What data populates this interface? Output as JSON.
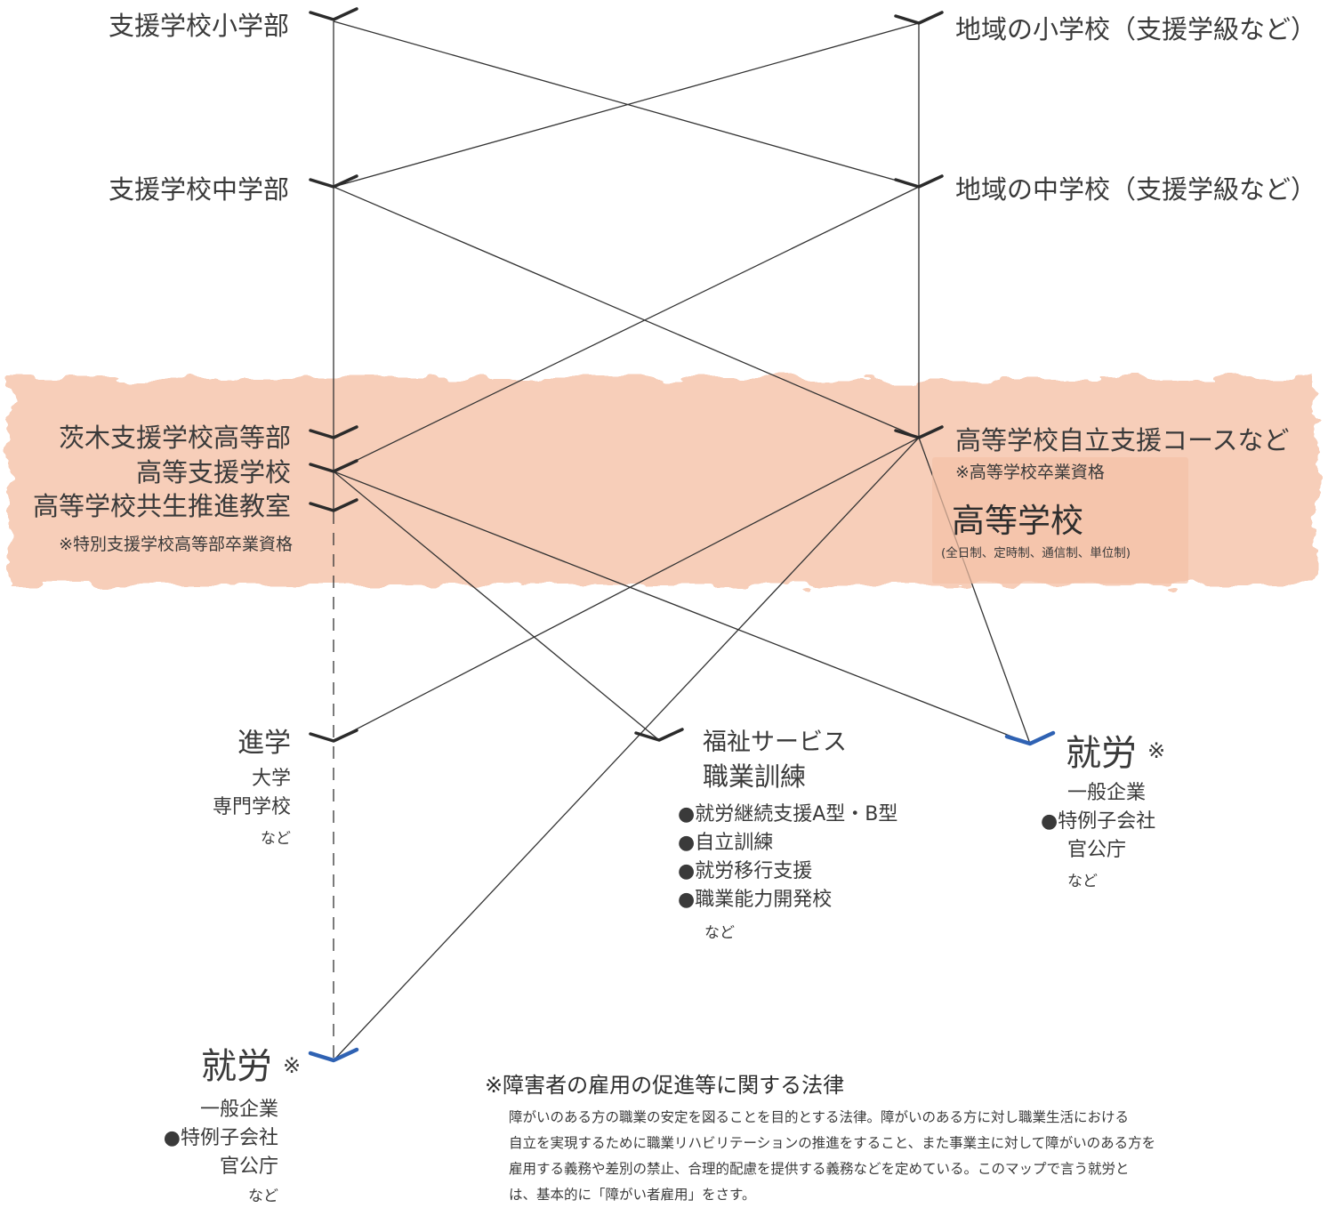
{
  "left_column": {
    "elem": "支援学校小学部",
    "junior": "支援学校中学部",
    "high1": "茨木支援学校高等部",
    "high2": "高等支援学校",
    "high3": "高等学校共生推進教室",
    "high_note": "※特別支援学校高等部卒業資格"
  },
  "right_column": {
    "elem": "地域の小学校（支援学級など）",
    "junior": "地域の中学校（支援学級など）",
    "high": "高等学校自立支援コースなど",
    "high_note": "※高等学校卒業資格",
    "koko_title": "高等学校",
    "koko_sub": "(全日制、定時制、通信制、単位制)"
  },
  "destinations": {
    "shingaku": {
      "title": "進学",
      "items": [
        "大学",
        "専門学校",
        "など"
      ]
    },
    "fukushi": {
      "title1": "福祉サービス",
      "title2": "職業訓練",
      "items": [
        "就労継続支援A型・B型",
        "自立訓練",
        "就労移行支援",
        "職業能力開発校"
      ],
      "etc": "など"
    },
    "shuro_right": {
      "title": "就労",
      "mark": "※",
      "items": [
        "一般企業",
        "特例子会社",
        "官公庁",
        "など"
      ]
    },
    "shuro_bottom": {
      "title": "就労",
      "mark": "※",
      "items": [
        "一般企業",
        "特例子会社",
        "官公庁",
        "など"
      ]
    }
  },
  "footnote": {
    "title": "※障害者の雇用の促進等に関する法律",
    "lines": [
      "障がいのある方の職業の安定を図ることを目的とする法律。障がいのある方に対し職業生活における",
      "自立を実現するために職業リハビリテーションの推進をすること、また事業主に対して障がいのある方を",
      "雇用する義務や差別の禁止、合理的配慮を提供する義務などを定めている。このマップで言う就労と",
      "は、基本的に「障がい者雇用」をさす。"
    ]
  },
  "colors": {
    "band": "#f6c6ad",
    "line": "#333333",
    "accent_blue": "#2f62b3",
    "text": "#3a3a3a"
  }
}
